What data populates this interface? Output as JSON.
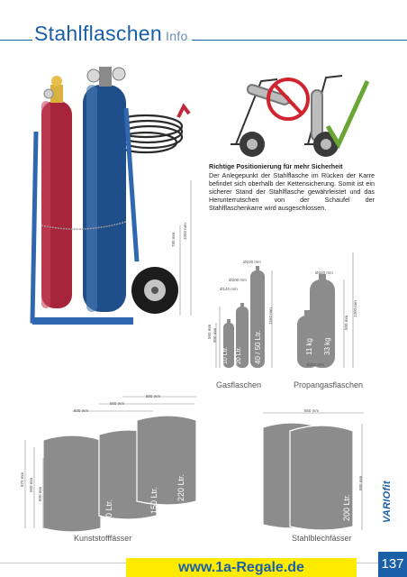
{
  "header": {
    "title": "Stahlflaschen",
    "subtitle": "Info"
  },
  "photo": {
    "dim_height_a": "780 mm",
    "dim_height_b": "1050 mm"
  },
  "info": {
    "title": "Richtige Positionierung für mehr Sicherheit",
    "body": "Der Anlegepunkt der Stahlflasche im Rücken der Karre befindet sich oberhalb der Kettensicherung. Somit ist ein sicherer Stand der Stahlflasche gewährleistet und das Herunterrutschen von der Schaufel der Stahlflaschenkarre wird ausgeschlossen."
  },
  "gas": {
    "caption": "Gasflaschen",
    "cylinders": [
      {
        "label": "10 Ltr.",
        "diameter": "Ø140 mm"
      },
      {
        "label": "20 Ltr.",
        "diameter": "Ø200 mm"
      },
      {
        "label": "40 / 50 Ltr.",
        "diameter": "Ø230 mm"
      }
    ],
    "heights": [
      "560 mm",
      "900 mm",
      "1550 mm"
    ]
  },
  "propane": {
    "caption": "Propangasflaschen",
    "cylinders": [
      {
        "label": "11 kg",
        "diameter": "Ø300 mm"
      },
      {
        "label": "33 kg",
        "diameter": "Ø320 mm"
      }
    ],
    "heights": [
      "500 mm",
      "1300 mm"
    ]
  },
  "plastic": {
    "caption": "Kunststofffässer",
    "drums": [
      {
        "label": "120 Ltr."
      },
      {
        "label": "150 Ltr."
      },
      {
        "label": "220 Ltr."
      }
    ],
    "widths": [
      "500 mm",
      "560 mm",
      "590 mm"
    ],
    "heights": [
      "870 mm",
      "960 mm",
      "800 mm"
    ]
  },
  "steel": {
    "caption": "Stahlblechfässer",
    "drums": [
      {
        "label": "200 Ltr."
      }
    ],
    "width": "560 mm",
    "height": "880 mm"
  },
  "brand": "VARIOfit",
  "footer": {
    "url": "www.1a-Regale.de",
    "page": "137"
  }
}
